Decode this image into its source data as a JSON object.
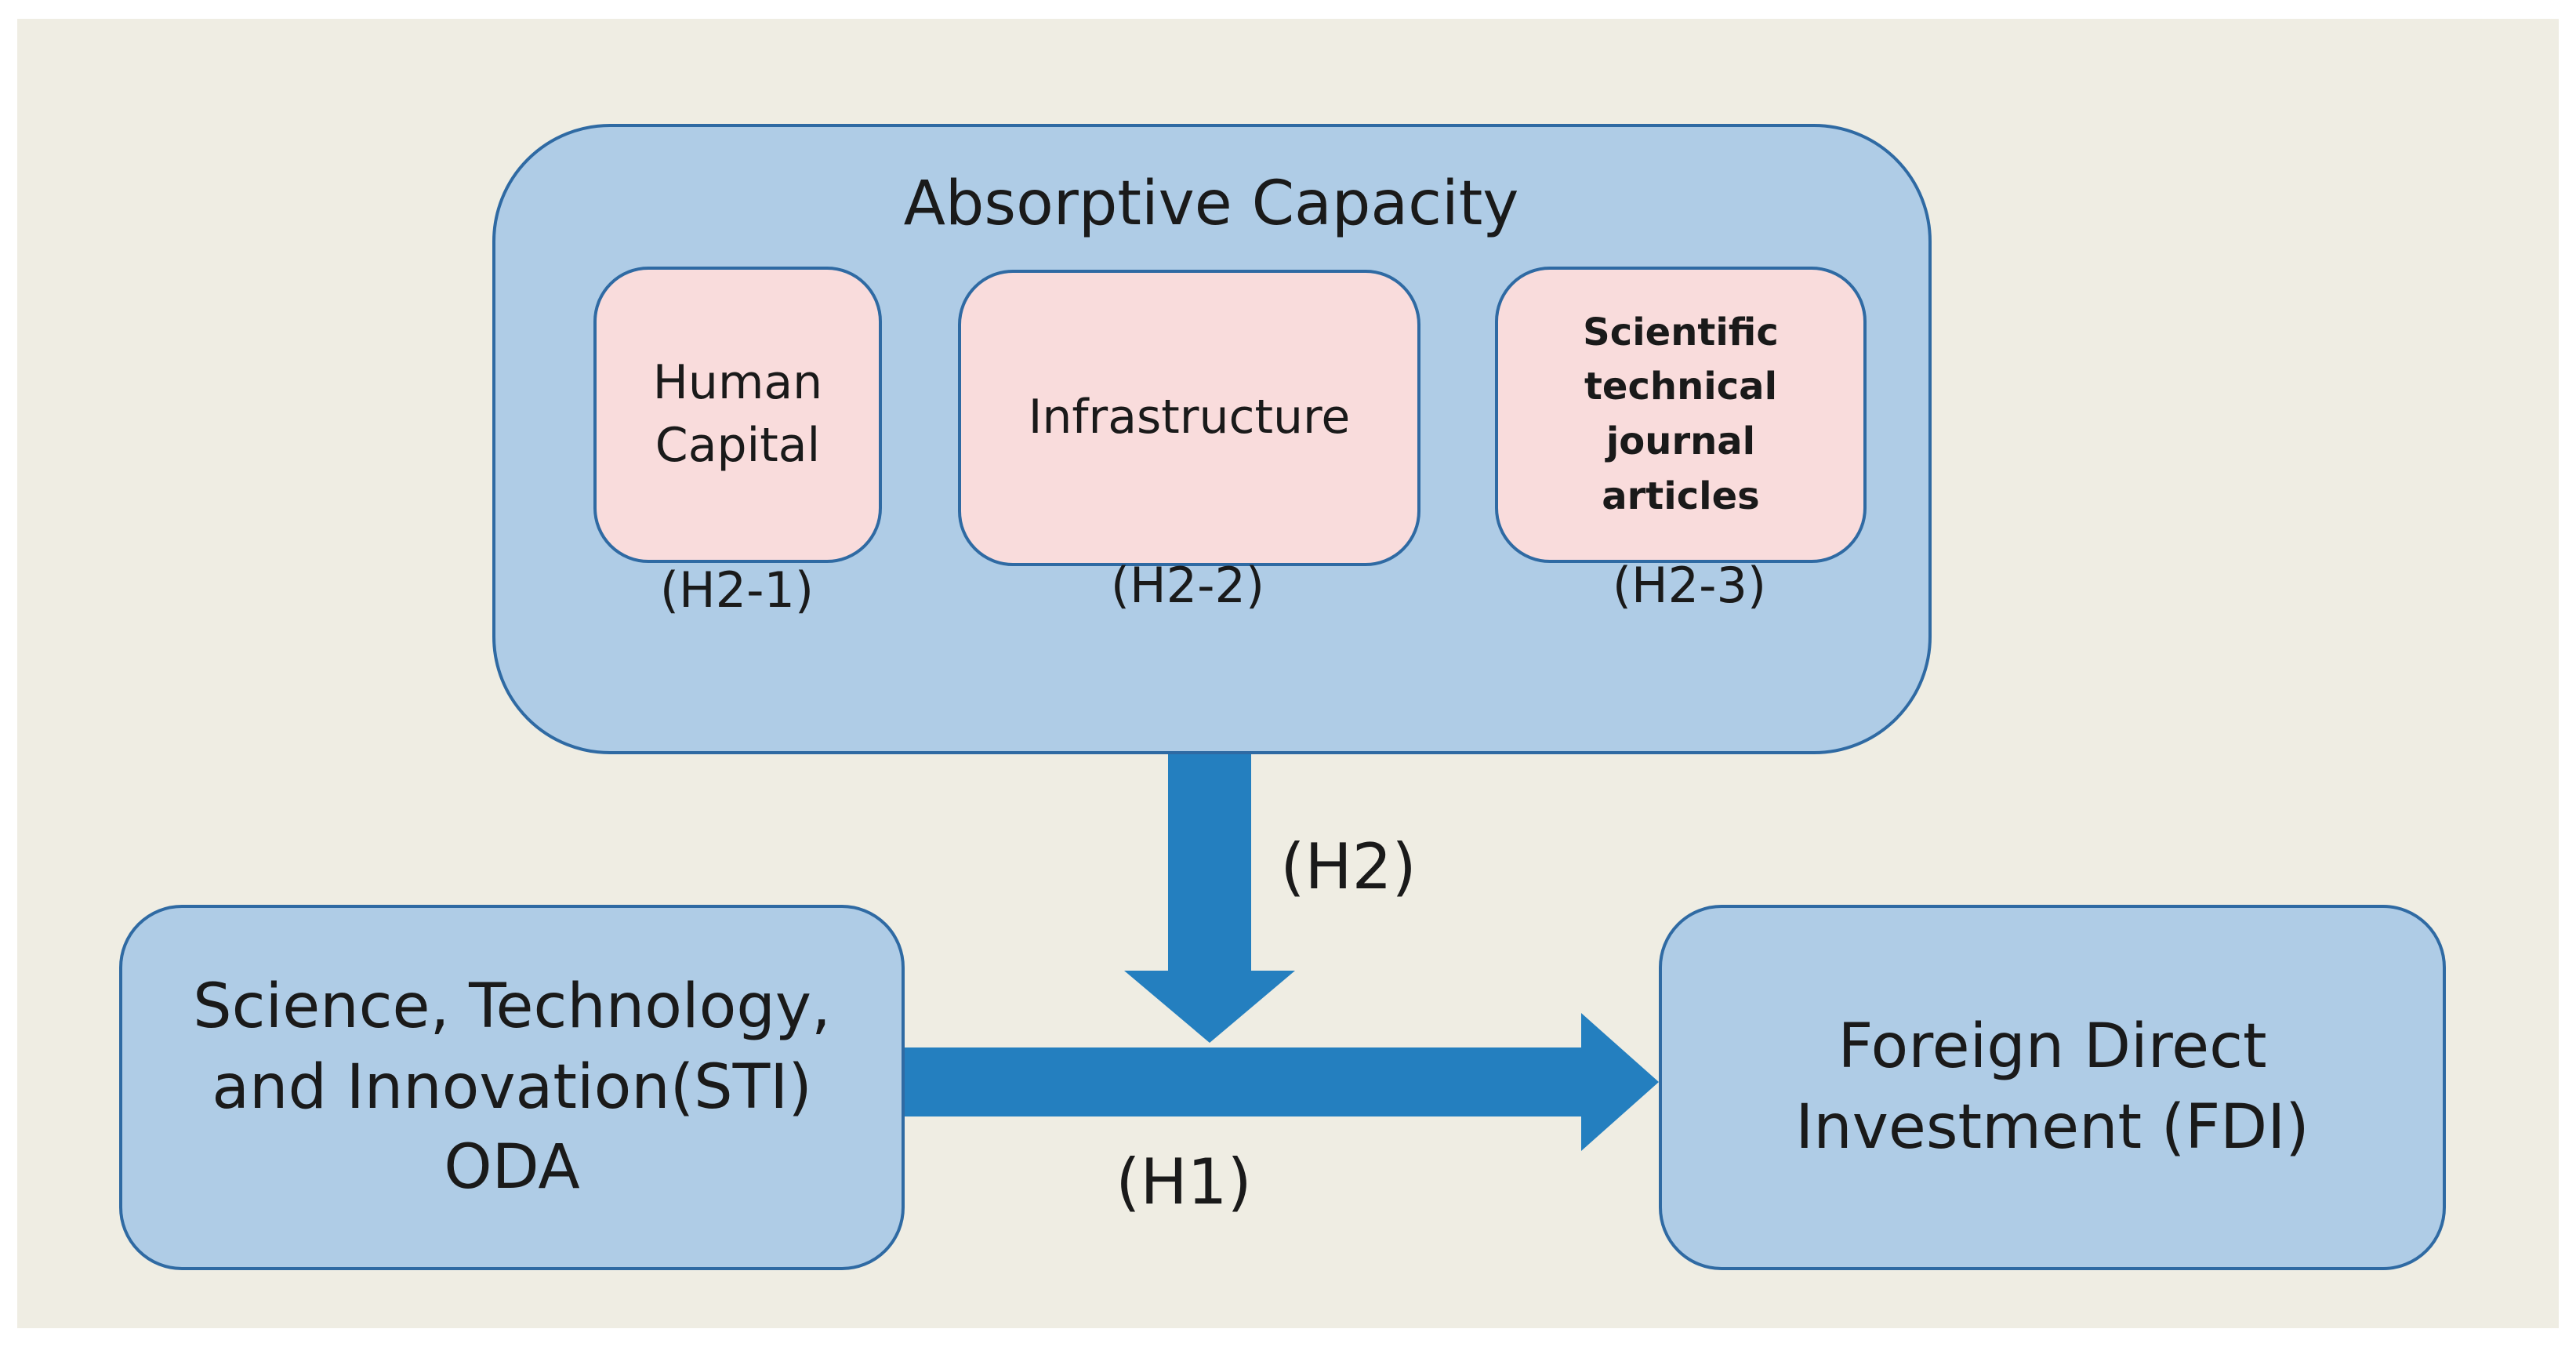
{
  "diagram": {
    "container": {
      "title": "Absorptive Capacity"
    },
    "factors": [
      {
        "label": "Human\nCapital",
        "hypothesis": "(H2-1)"
      },
      {
        "label": "Infrastructure",
        "hypothesis": "(H2-2)"
      },
      {
        "label": "Scientific\ntechnical\njournal\narticles",
        "hypothesis": "(H2-3)"
      }
    ],
    "source": {
      "label": "Science, Technology,\nand Innovation(STI)\nODA"
    },
    "target": {
      "label": "Foreign Direct\nInvestment (FDI)"
    },
    "moderation_label": "(H2)",
    "main_effect_label": "(H1)",
    "colors": {
      "box_fill": "#afcce6",
      "box_border": "#2f6aa3",
      "inner_fill": "#f9dcdc",
      "arrow": "#247fbf",
      "background": "#efede3"
    }
  }
}
